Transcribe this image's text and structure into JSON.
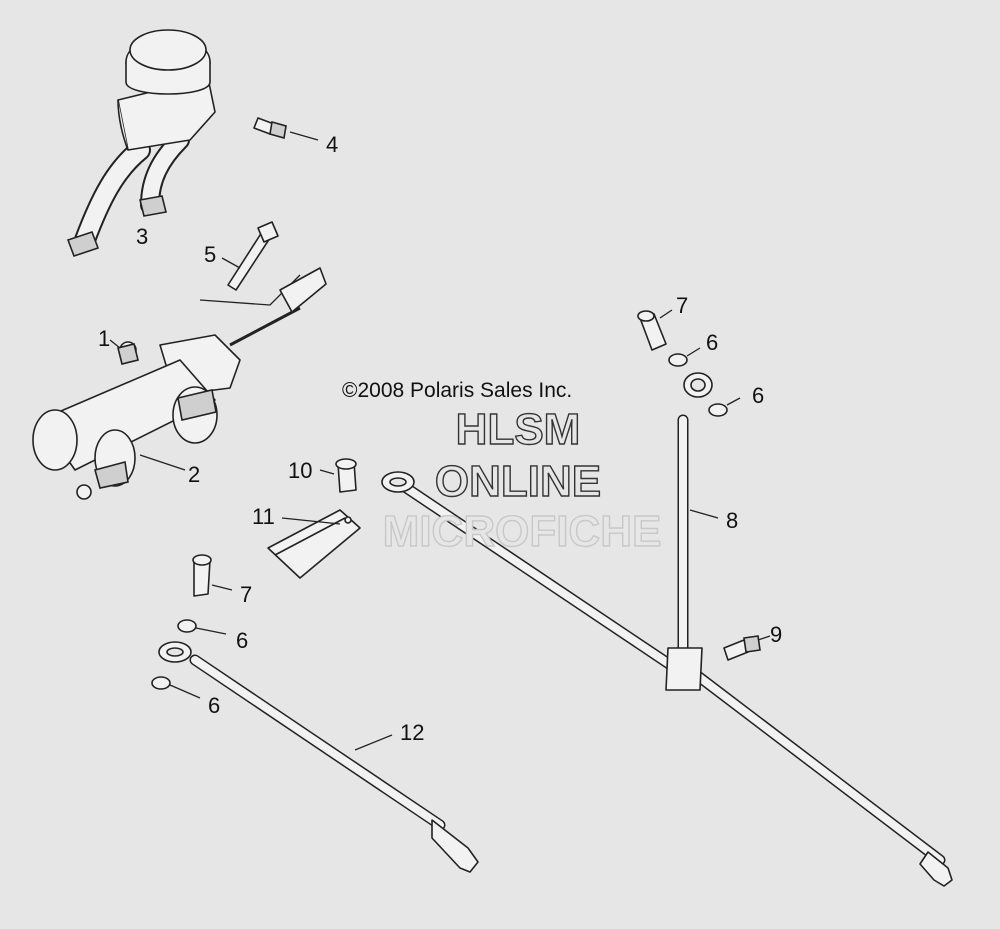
{
  "diagram": {
    "copyright": "©2008 Polaris Sales Inc.",
    "watermark": {
      "line1": "HLSM",
      "line2": "ONLINE",
      "line3": "MICROFICHE"
    },
    "callouts": {
      "c1": "1",
      "c2": "2",
      "c3": "3",
      "c4": "4",
      "c5": "5",
      "c6a": "6",
      "c6b": "6",
      "c6c": "6",
      "c6d": "6",
      "c7a": "7",
      "c7b": "7",
      "c8": "8",
      "c9": "9",
      "c10": "10",
      "c11": "11",
      "c12": "12"
    }
  }
}
